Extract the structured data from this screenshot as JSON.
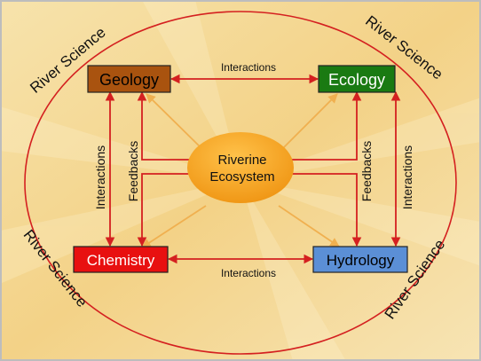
{
  "ring_labels": {
    "top_left": "River Science",
    "top_right": "River Science",
    "bottom_left": "River Science",
    "bottom_right": "River Science"
  },
  "nodes": {
    "geology": {
      "label": "Geology",
      "fill": "#a9530f",
      "text_color": "#000000"
    },
    "ecology": {
      "label": "Ecology",
      "fill": "#1a7a12",
      "text_color": "#ffffff"
    },
    "chemistry": {
      "label": "Chemistry",
      "fill": "#e81010",
      "text_color": "#ffffff"
    },
    "hydrology": {
      "label": "Hydrology",
      "fill": "#5b8fd6",
      "text_color": "#000000"
    },
    "center": {
      "line1": "Riverine",
      "line2": "Ecosystem",
      "fill": "#f5a21e"
    }
  },
  "edge_labels": {
    "top": "Interactions",
    "bottom": "Interactions",
    "left_outer": "Interactions",
    "left_inner": "Feedbacks",
    "right_inner": "Feedbacks",
    "right_outer": "Interactions"
  },
  "colors": {
    "background": "#f2d58c",
    "ring": "#d42020",
    "arrow_red": "#d42020",
    "arrow_orange": "#f0b050",
    "frame": "#bdbdbd"
  }
}
